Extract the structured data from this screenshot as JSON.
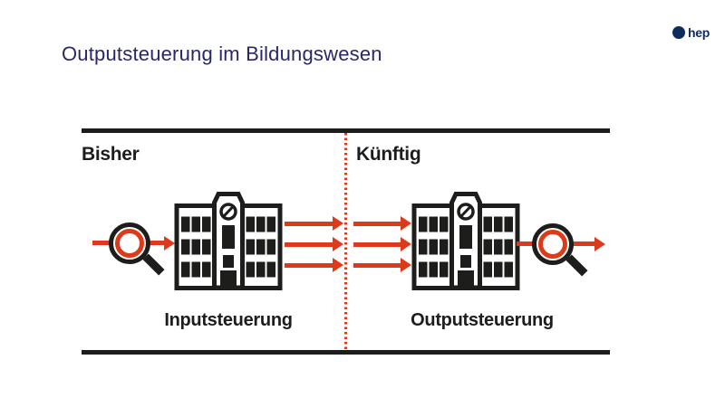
{
  "title": "Outputsteuerung im Bildungswesen",
  "logo": {
    "name": "hep"
  },
  "diagram": {
    "before": {
      "heading": "Bisher",
      "caption": "Inputsteuerung"
    },
    "after": {
      "heading": "Künftig",
      "caption": "Outputsteuerung"
    }
  },
  "colors": {
    "accent_red": "#DD3A1C",
    "ink_black": "#1D1D1B",
    "title_navy": "#2A2769",
    "logo_navy": "#0E2D5E"
  }
}
